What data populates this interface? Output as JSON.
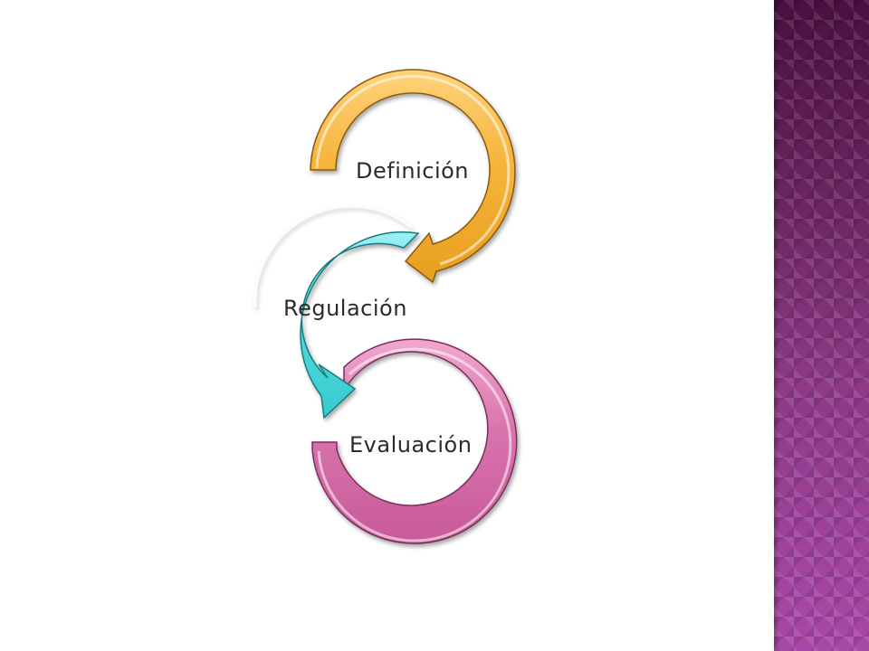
{
  "diagram": {
    "steps": [
      {
        "label": "Definición",
        "color": "#f5b43a"
      },
      {
        "label": "Regulación",
        "color": "#52dde0"
      },
      {
        "label": "Evaluación",
        "color": "#d873ac"
      }
    ]
  },
  "theme": {
    "side_band_color": "#8e3a88"
  }
}
